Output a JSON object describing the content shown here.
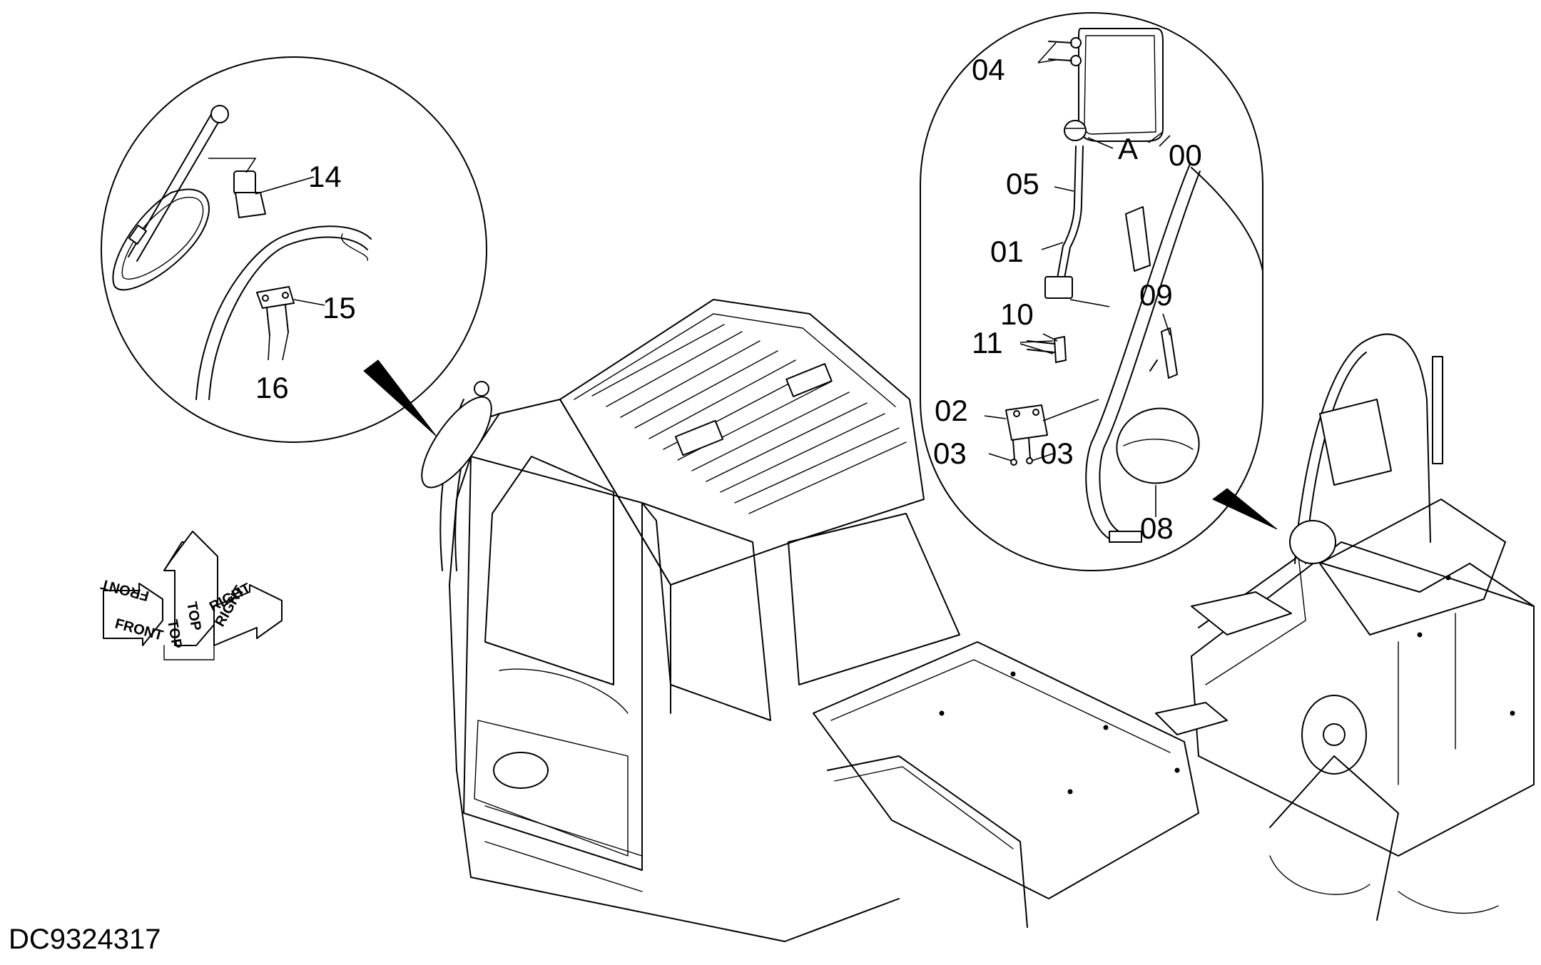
{
  "document_id": "DC9324317",
  "orientation": {
    "front": "FRONT",
    "top": "TOP",
    "right": "RIGHT"
  },
  "callouts": {
    "c00": "00",
    "c01": "01",
    "c02": "02",
    "c03a": "03",
    "c03b": "03",
    "c04": "04",
    "c05": "05",
    "c08": "08",
    "c09": "09",
    "c10": "10",
    "c11": "11",
    "cA": "A",
    "c14": "14",
    "c15": "15",
    "c16": "16"
  }
}
